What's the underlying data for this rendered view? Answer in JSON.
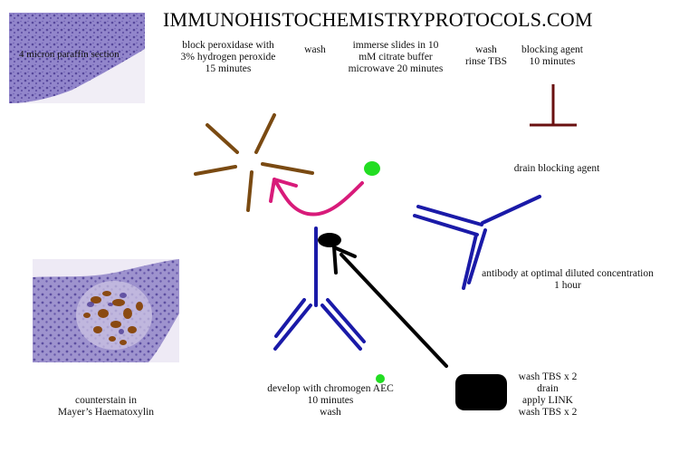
{
  "title": "IMMUNOHISTOCHEMISTRYPROTOCOLS.COM",
  "photo_top": {
    "label": "4 micron paraffin section"
  },
  "steps": {
    "block_peroxidase": "block peroxidase with\n3% hydrogen peroxide\n15 minutes",
    "wash": "wash",
    "citrate": "immerse slides in 10\nmM citrate buffer\nmicrowave 20 minutes",
    "wash_rinse": "wash\nrinse TBS",
    "blocking_agent": "blocking agent\n10 minutes",
    "drain_blocking": "drain blocking agent",
    "antibody": "antibody at optimal diluted concentration\n1 hour",
    "link": "wash TBS x 2\ndrain\napply LINK\nwash TBS x 2",
    "develop": "develop with chromogen AEC\n10 minutes\nwash",
    "counterstain": "counterstain in\nMayer’s Haematoxylin"
  },
  "colors": {
    "antibody": "#1a1aa8",
    "peroxidase": "#7a4a12",
    "arrow_pink": "#d81b7a",
    "blocker": "#6a1010",
    "chromogen": "#22dd22",
    "black": "#000000",
    "tissue": "#8c7fc4",
    "stain": "#8a4a12"
  }
}
